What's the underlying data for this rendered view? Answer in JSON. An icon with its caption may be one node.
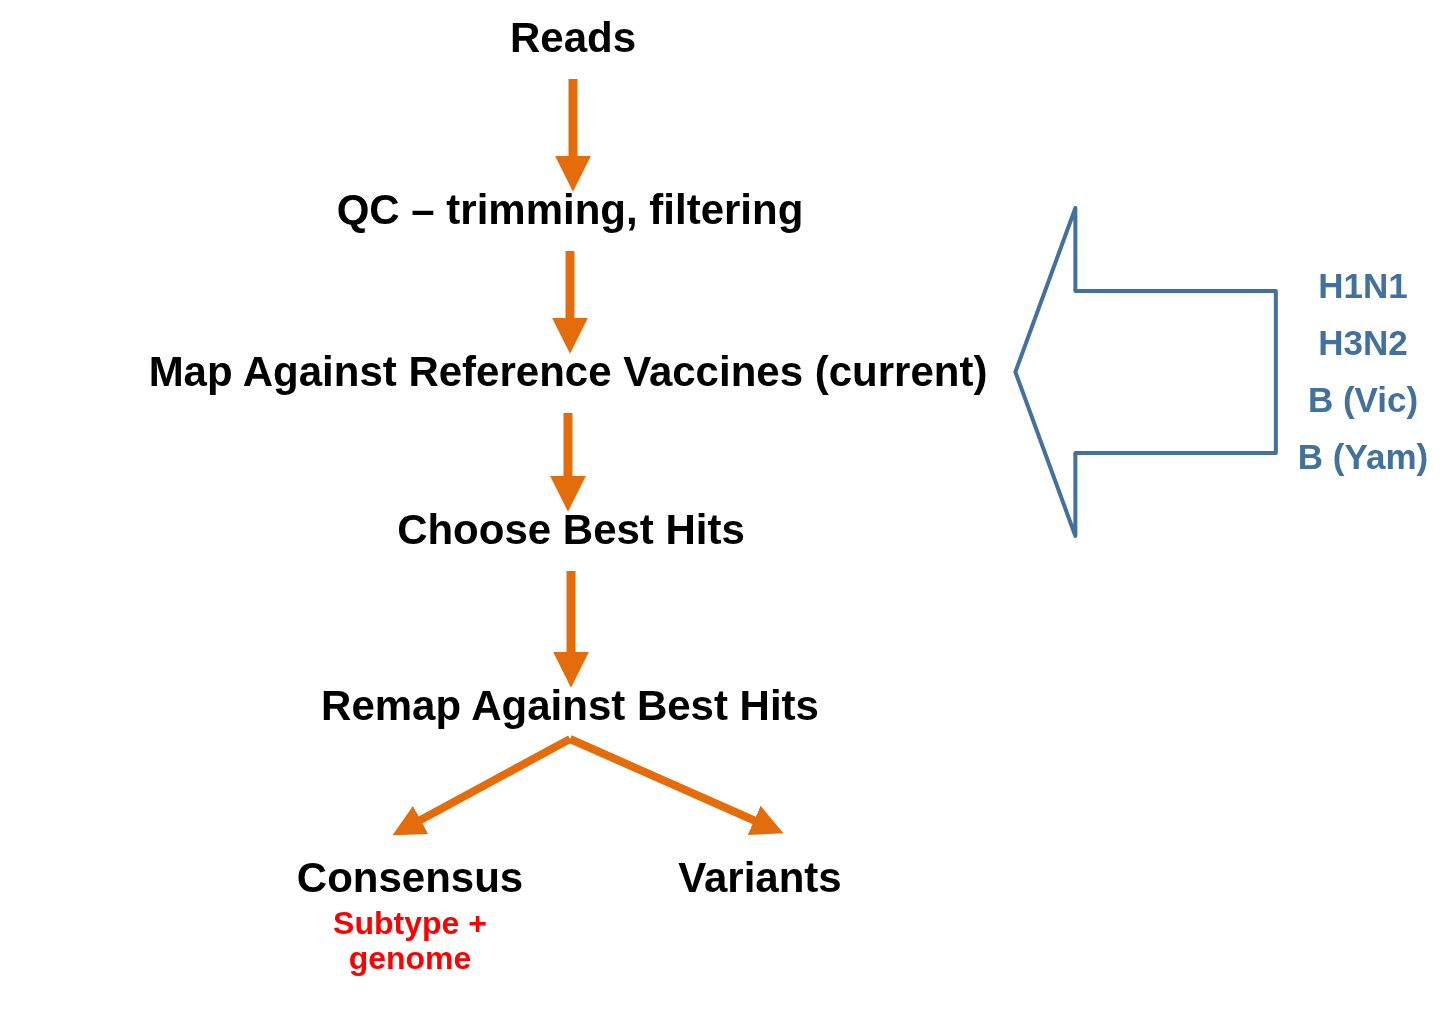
{
  "diagram": {
    "nodes": [
      {
        "text": [
          "Reads"
        ]
      },
      {
        "text": [
          "QC – trimming, filtering"
        ]
      },
      {
        "text": [
          "Map Against Reference Vaccines (current)"
        ]
      },
      {
        "text": [
          "Choose Best Hits"
        ]
      },
      {
        "text": [
          "Remap Against Best Hits"
        ]
      },
      {
        "text": [
          "Consensus"
        ],
        "beside": [
          "Subtype + genome"
        ]
      },
      {
        "text": [
          "Variants"
        ]
      },
      {
        "text": [
          "H1N1",
          "H3N2",
          "B (Vic)",
          "B (Yam)"
        ]
      }
    ],
    "edges": [
      {
        "from": 0,
        "to": 1,
        "arrow": "to"
      },
      {
        "from": 1,
        "to": 2,
        "arrow": "to"
      },
      {
        "from": 2,
        "to": 3,
        "arrow": "to"
      },
      {
        "from": 3,
        "to": 4,
        "arrow": "to"
      },
      {
        "from": 4,
        "to": 5,
        "arrow": "to"
      },
      {
        "from": 4,
        "to": 6,
        "arrow": "to"
      },
      {
        "from": 7,
        "to": 2,
        "arrow": "to",
        "color": "#41719c"
      }
    ]
  }
}
